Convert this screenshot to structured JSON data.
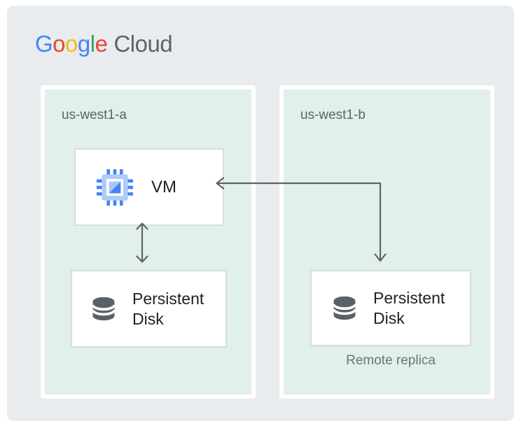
{
  "logo": {
    "letters": [
      {
        "char": "G",
        "color": "#4285F4"
      },
      {
        "char": "o",
        "color": "#EA4335"
      },
      {
        "char": "o",
        "color": "#FBBC05"
      },
      {
        "char": "g",
        "color": "#4285F4"
      },
      {
        "char": "l",
        "color": "#34A853"
      },
      {
        "char": "e",
        "color": "#EA4335"
      }
    ],
    "suffix": "Cloud",
    "suffix_color": "#5f6368"
  },
  "zones": {
    "a": {
      "label": "us-west1-a"
    },
    "b": {
      "label": "us-west1-b"
    }
  },
  "nodes": {
    "vm": {
      "label": "VM",
      "icon": "compute-engine-icon"
    },
    "primary_disk": {
      "label": "Persistent Disk",
      "icon": "persistent-disk-icon"
    },
    "replica_disk": {
      "label": "Persistent Disk",
      "icon": "persistent-disk-icon",
      "caption": "Remote replica"
    }
  },
  "connections": [
    {
      "from": "vm",
      "to": "primary_disk",
      "style": "vertical-double-arrow"
    },
    {
      "from": "vm",
      "to": "replica_disk",
      "style": "elbow-double-arrow"
    }
  ],
  "colors": {
    "card_bg": "#e8ecef",
    "zone_bg": "#e1f0e8",
    "zone_border": "#ffffff",
    "node_bg": "#ffffff",
    "node_border": "#d8dbdf",
    "arrow": "#5f6368",
    "text_primary": "#202124",
    "text_secondary": "#5f6368",
    "caption_text": "#6f7479",
    "chip_pin": "#4285f4",
    "chip_body": "#aecbfa",
    "chip_inner_light": "#a8c7fa",
    "chip_inner_dark": "#4285f4",
    "disk_icon": "#5b6065"
  }
}
